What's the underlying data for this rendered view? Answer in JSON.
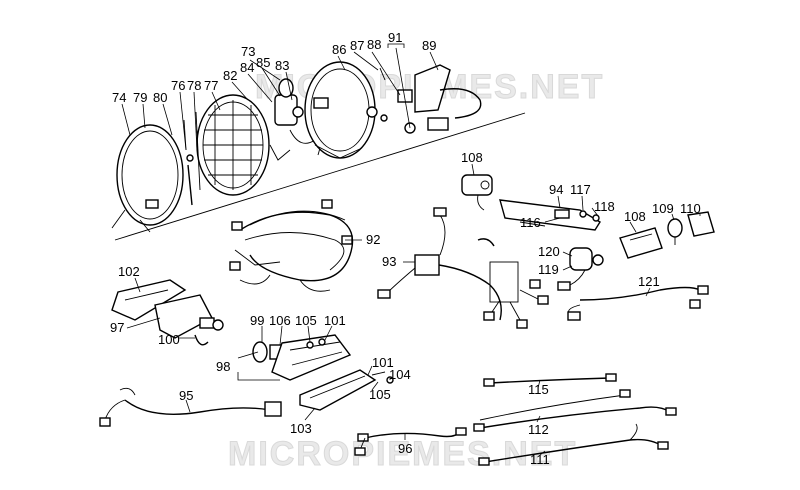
{
  "watermarks": [
    "MICROPIEMES.NET",
    "MICROPIEMES.NET"
  ],
  "callouts": [
    "73",
    "74",
    "79",
    "80",
    "76",
    "78",
    "77",
    "82",
    "84",
    "85",
    "83",
    "86",
    "87",
    "88",
    "91",
    "89",
    "108",
    "94",
    "117",
    "118",
    "116",
    "108",
    "109",
    "110",
    "92",
    "93",
    "120",
    "119",
    "121",
    "102",
    "97",
    "100",
    "99",
    "106",
    "105",
    "101",
    "98",
    "101",
    "104",
    "105",
    "103",
    "95",
    "115",
    "112",
    "96",
    "111"
  ],
  "colors": {
    "ink": "#000000",
    "watermark": "#e9e9e9"
  }
}
